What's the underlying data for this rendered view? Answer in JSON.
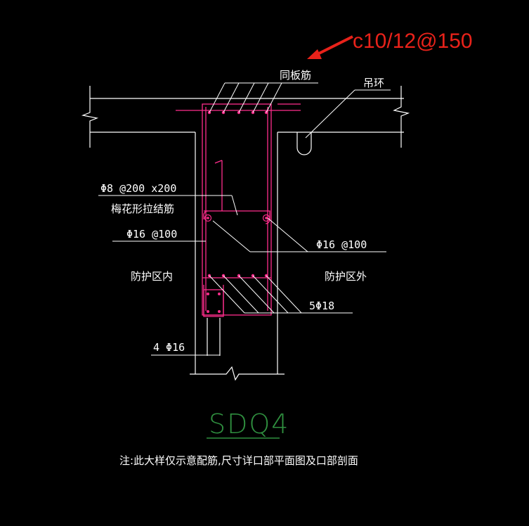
{
  "colors": {
    "background": "#000000",
    "structure": "#ffffff",
    "rebar": "#ff2d8c",
    "leader": "#ffffff",
    "callout": "#e8221a",
    "title": "#2f8f3f"
  },
  "callout": {
    "text": "c10/12@150"
  },
  "labels": {
    "slab_rebar": "同板筋",
    "lifting_ring": "吊环",
    "tie_bar": "Φ8 @200 x200",
    "tie_bar_desc": "梅花形拉结筋",
    "inner_rebar": "Φ16 @100",
    "outer_rebar": "Φ16 @100",
    "inner_zone": "防护区内",
    "outer_zone": "防护区外",
    "bottom_bars": "5Φ18",
    "stub_bars": "4 Φ16"
  },
  "title": "SDQ4",
  "note": "注:此大样仅示意配筋,尺寸详口部平面图及口部剖面"
}
